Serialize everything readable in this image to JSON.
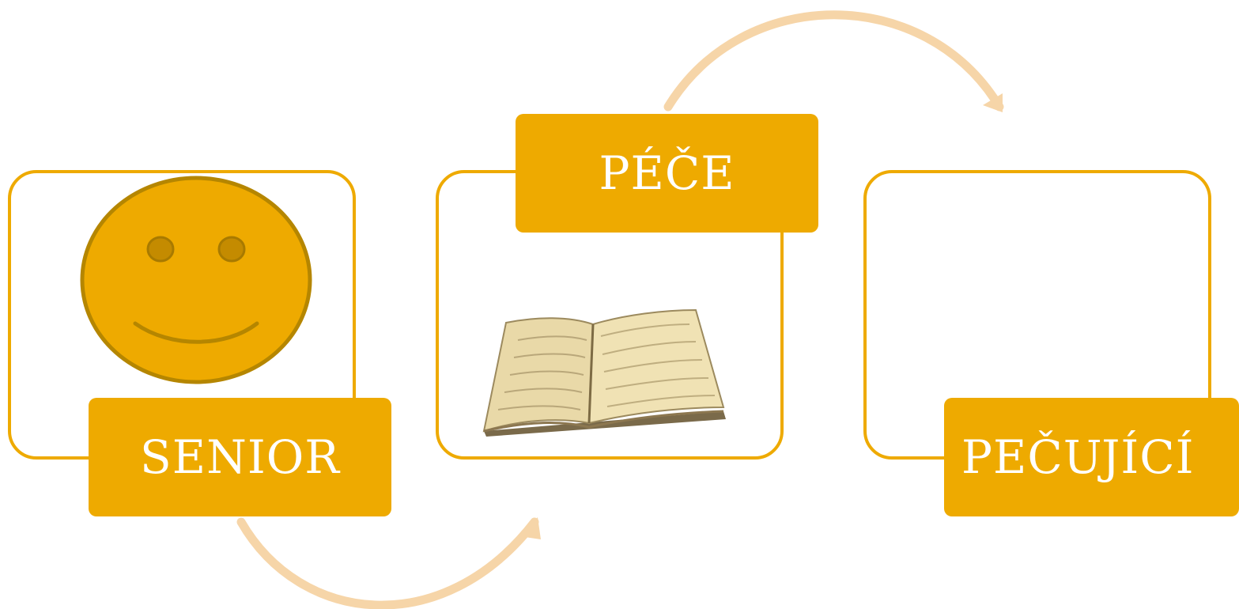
{
  "diagram": {
    "steps": [
      {
        "label": "SENIOR",
        "icon": "smiley-face-icon"
      },
      {
        "label": "PÉČE",
        "icon": "open-book-icon"
      },
      {
        "label": "PEČUJÍCÍ",
        "icon": ""
      }
    ],
    "colors": {
      "accent": "#eeaa00",
      "arrow": "#f6d5a8",
      "face_outline": "#b58600",
      "eye": "#c48b00",
      "label_text": "#ffffff"
    }
  }
}
